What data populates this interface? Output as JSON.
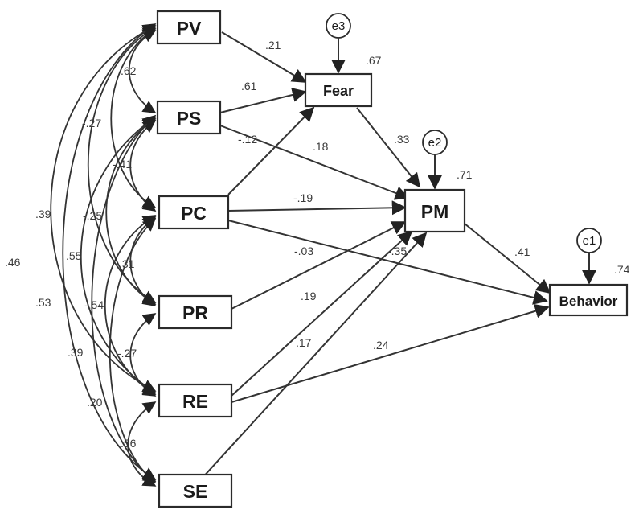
{
  "diagram": {
    "nodes": {
      "pv": "PV",
      "ps": "PS",
      "pc": "PC",
      "pr": "PR",
      "re": "RE",
      "se": "SE",
      "fear": "Fear",
      "pm": "PM",
      "behavior": "Behavior"
    },
    "errors": {
      "e3": "e3",
      "e2": "e2",
      "e1": "e1"
    },
    "r_squared": {
      "fear": ".67",
      "pm": ".71",
      "behavior": ".74"
    },
    "path_coefficients": {
      "pv_fear": ".21",
      "ps_fear": ".61",
      "pc_fear": "-.12",
      "ps_pm": ".18",
      "fear_pm": ".33",
      "pc_pm": "-.19",
      "pc_behavior": "-.03",
      "pr_pm": ".19",
      "re_pm": "-.35",
      "se_pm": ".17",
      "re_behavior": ".24",
      "pm_behavior": ".41"
    },
    "covariances": {
      "pv_ps": ".62",
      "pv_pc": "-.27",
      "ps_pc": "-.41",
      "pv_pr": ".39",
      "ps_pr": "-.25",
      "pc_pr": ".31",
      "pv_re": ".46",
      "ps_re": ".55",
      "pc_re": "-.54",
      "pr_re": "-.27",
      "pv_se": ".53",
      "ps_se": ".39",
      "pc_se": ".20",
      "re_se": ".56"
    }
  }
}
